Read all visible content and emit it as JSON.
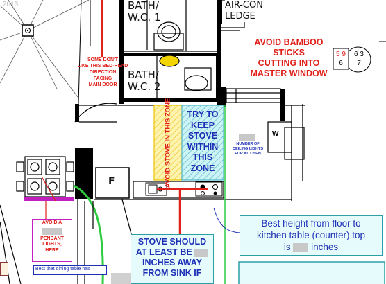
{
  "year_label": "2013",
  "rooms": {
    "bath_wc_1": [
      "BATH/",
      "W.C. 1"
    ],
    "bath_wc_2": [
      "BATH/",
      "W.C. 2"
    ],
    "aircon_ledge": [
      "AIR-CON",
      "LEDGE"
    ],
    "fridge_label": "F",
    "washer_label": "W"
  },
  "notes": {
    "bamboo": [
      "AVOID BAMBOO",
      "STICKS",
      "CUTTING INTO",
      "MASTER WINDOW"
    ],
    "bed_head": [
      "SOME DON'T",
      "LIKE THIS BED-HEAD",
      "DIRECTION",
      "FACING",
      "MAIN DOOR"
    ],
    "avoid_stove": "AVOID STOVE IN THIS ZONE",
    "keep_stove": [
      "TRY TO",
      "KEEP",
      "STOVE",
      "WITHIN",
      "THIS",
      "ZONE"
    ],
    "ceiling_lights": [
      "NUMBER OF",
      "CEILING LIGHTS",
      "FOR KITCHEN"
    ],
    "avoid_pendant_prefix": "AVOID A",
    "avoid_pendant_suffix": [
      "PENDANT",
      "LIGHTS,",
      "HERE"
    ],
    "stove_away": [
      "STOVE SHOULD",
      "AT LEAST BE",
      "INCHES AWAY",
      "FROM SINK IF"
    ],
    "best_height_line1": "Best height from floor to",
    "best_height_line2": "kitchen table (counter) top",
    "best_height_is": "is",
    "best_height_unit": "inches",
    "dining_table": "Best that dining table has"
  },
  "bagua": {
    "left": [
      "5",
      "9"
    ],
    "left_bottom": "6",
    "right": [
      "6",
      "3"
    ],
    "right_bottom": "7"
  },
  "colors": {
    "note_red": "#e0201a",
    "note_blue": "#1c2fb5",
    "wall": "#000000",
    "avoid_zone": "#fff3b0",
    "keep_zone": "#bfeff2",
    "green_arc": "#2ecc40",
    "magenta": "#c21fc0",
    "answer_box": "#e6fbfb",
    "lamp": "#f3d400"
  }
}
